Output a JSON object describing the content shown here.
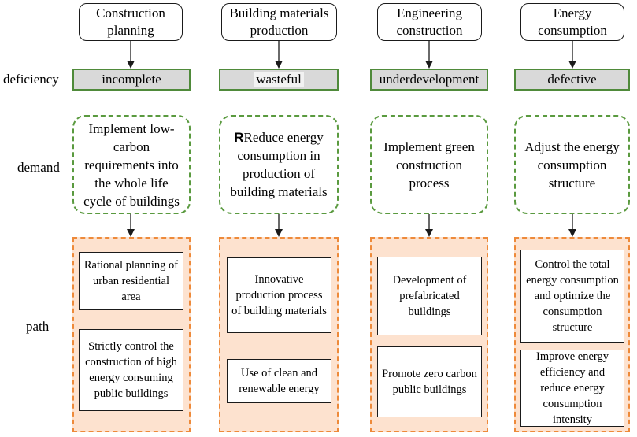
{
  "row_labels": {
    "deficiency": "deficiency",
    "demand": "demand",
    "path": "path"
  },
  "columns": [
    {
      "header": "Construction planning",
      "deficiency": "incomplete",
      "demand": "Implement low-carbon requirements into the whole life cycle of buildings",
      "paths": [
        "Rational planning of urban residential area",
        "Strictly control the construction of high energy consuming public buildings"
      ]
    },
    {
      "header": "Building materials production",
      "deficiency": "wasteful",
      "demand_prefix": "R",
      "demand": "Reduce energy consumption in production of building materials",
      "paths": [
        "Innovative production process of building materials",
        "Use of clean and renewable energy"
      ]
    },
    {
      "header": "Engineering construction",
      "deficiency": "underdevelopment",
      "demand": "Implement green construction process",
      "paths": [
        "Development of prefabricated buildings",
        "Promote zero carbon public buildings"
      ]
    },
    {
      "header": "Energy consumption",
      "deficiency": "defective",
      "demand": "Adjust the energy consumption structure",
      "paths": [
        "Control the total energy consumption and optimize the consumption structure",
        "Improve energy efficiency and reduce energy consumption intensity"
      ]
    }
  ]
}
